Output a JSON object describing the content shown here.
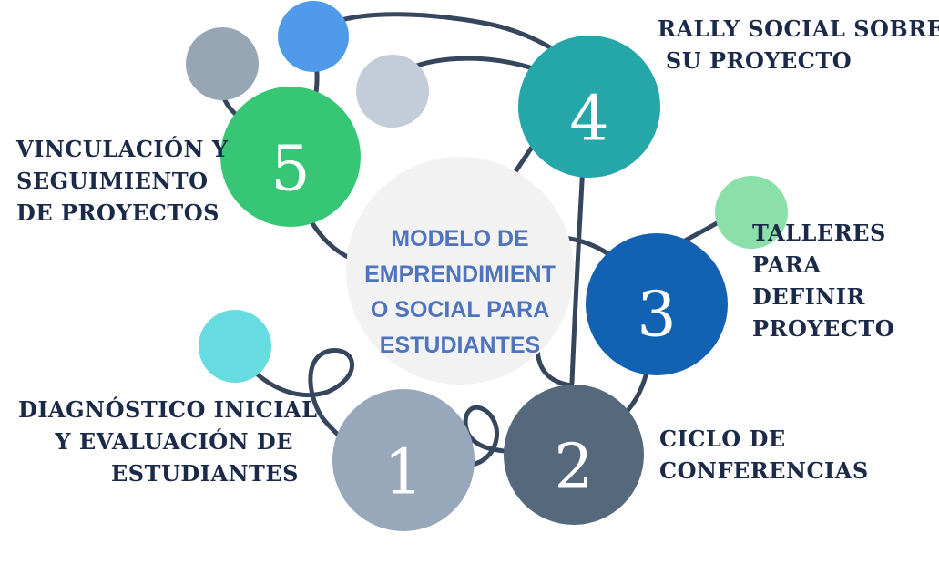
{
  "center": {
    "lines": [
      "MODELO DE",
      "EMPRENDIMIENT",
      "O SOCIAL PARA",
      "ESTUDIANTES"
    ]
  },
  "steps": [
    {
      "number": "1",
      "color": "#97a8ba",
      "lines": [
        "DIAGNÓSTICO INICIAL",
        "Y EVALUACIÓN DE",
        "ESTUDIANTES"
      ]
    },
    {
      "number": "2",
      "color": "#56687b",
      "lines": [
        "CICLO DE",
        "CONFERENCIAS"
      ]
    },
    {
      "number": "3",
      "color": "#1262b3",
      "lines": [
        "TALLERES",
        "PARA",
        "DEFINIR",
        "PROYECTO"
      ]
    },
    {
      "number": "4",
      "color": "#25a6a8",
      "lines": [
        "RALLY SOCIAL SOBRE",
        " SU PROYECTO"
      ]
    },
    {
      "number": "5",
      "color": "#37c676",
      "lines": [
        "VINCULACIÓN Y",
        "SEGUIMIENTO",
        "DE PROYECTOS"
      ]
    }
  ],
  "decorations": {
    "line_color": "#36465c",
    "center_fill": "#f2f2f2",
    "bubble_colors": [
      "#97a6b4",
      "#4f9bea",
      "#c2cdd9",
      "#8ae0a8",
      "#66dce0"
    ]
  }
}
